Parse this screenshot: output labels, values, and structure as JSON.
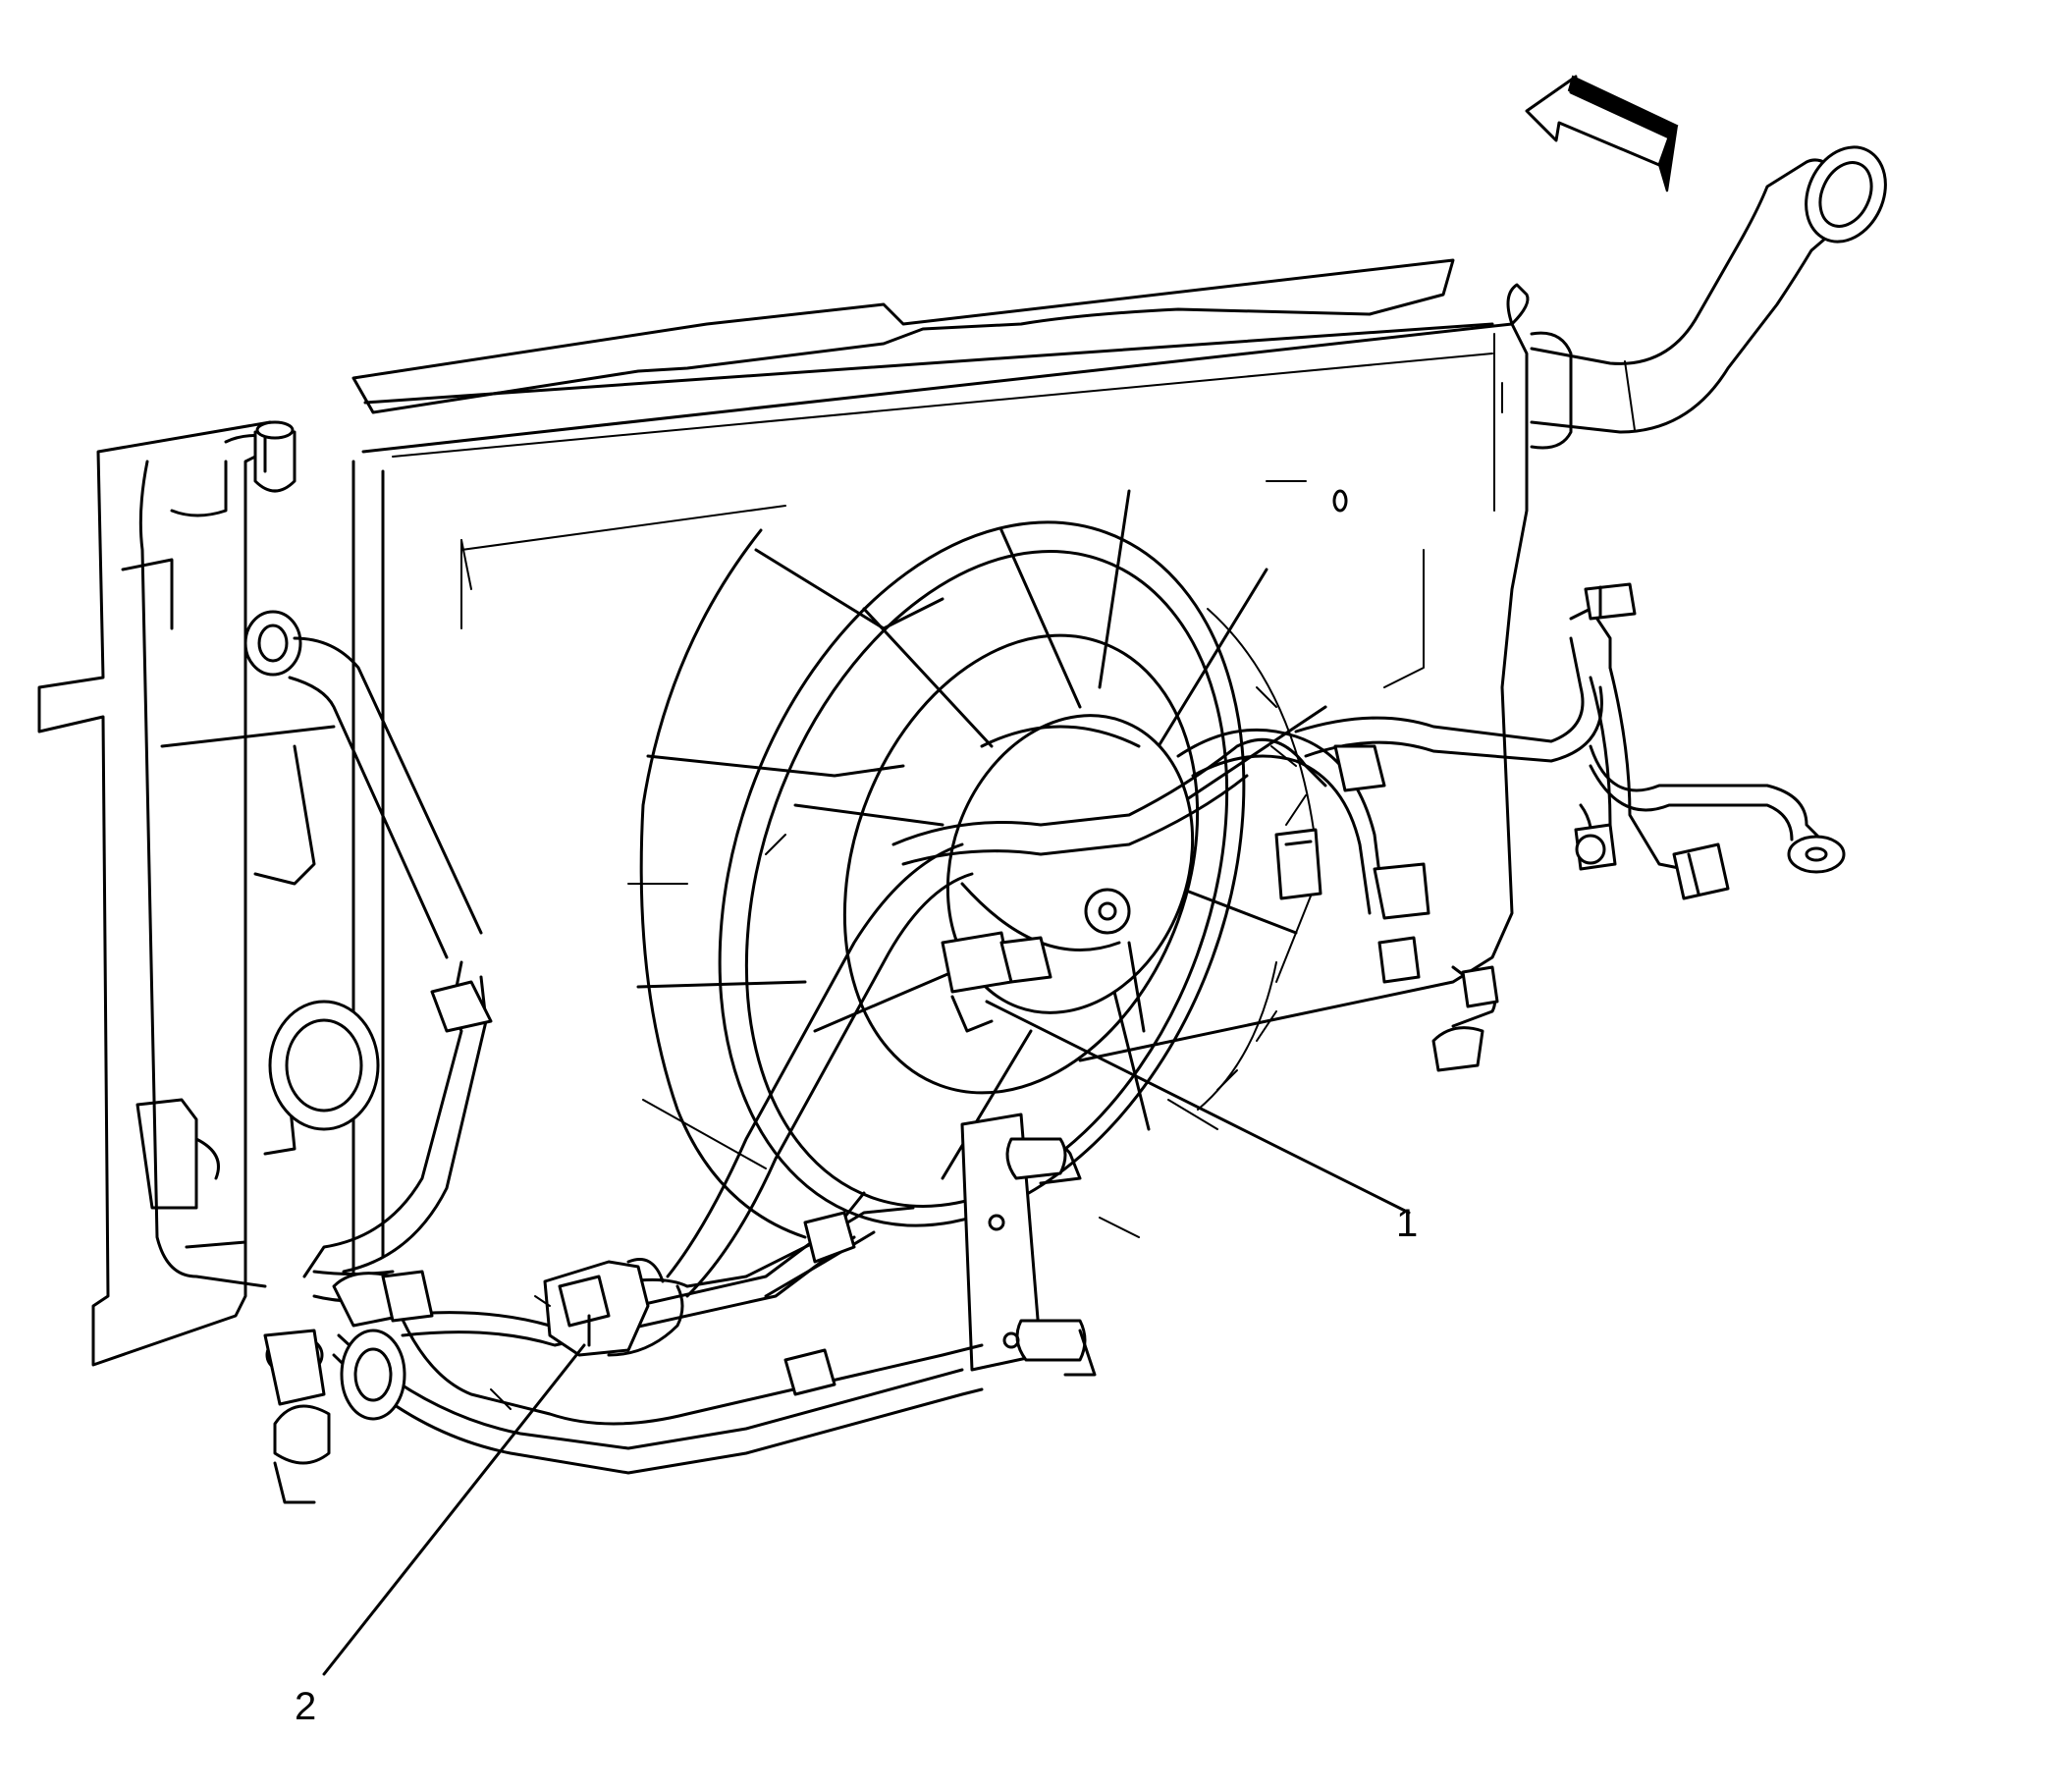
{
  "diagram": {
    "colors": {
      "line": "#000000",
      "background": "#ffffff"
    },
    "callouts": [
      {
        "id": "1",
        "label": "1"
      },
      {
        "id": "2",
        "label": "2"
      }
    ],
    "icons": [
      "direction-arrow-icon"
    ]
  }
}
